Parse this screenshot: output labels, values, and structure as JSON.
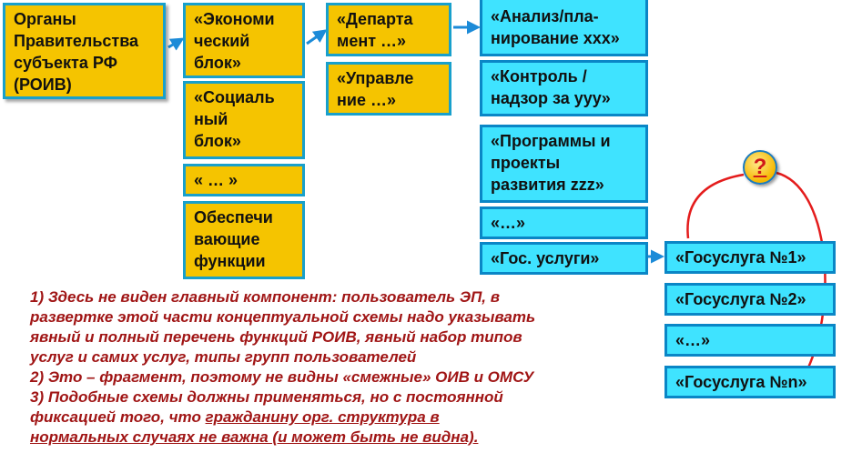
{
  "root": {
    "label": "Органы\nПравительства\nсубъекта РФ\n(РОИВ)"
  },
  "blocks": [
    {
      "label": "«Экономи\nческий\nблок»"
    },
    {
      "label": "«Социаль\nный\nблок»"
    },
    {
      "label": "« … »"
    },
    {
      "label": "Обеспечи\nвающие\nфункции"
    }
  ],
  "units": [
    {
      "label": "«Департа\nмент …»"
    },
    {
      "label": "«Управле\nние …»"
    }
  ],
  "functions": [
    {
      "label": "«Анализ/пла-\nнирование xxx»"
    },
    {
      "label": "«Контроль /\nнадзор за  yyy»"
    },
    {
      "label": "«Программы и\nпроекты\nразвития zzz»"
    },
    {
      "label": "«…»"
    },
    {
      "label": "«Гос. услуги»"
    }
  ],
  "services": [
    {
      "label": "«Госуслуга №1»"
    },
    {
      "label": "«Госуслуга №2»"
    },
    {
      "label": "«…»"
    },
    {
      "label": "«Госуслуга №n»"
    }
  ],
  "question_mark": "?",
  "notes": {
    "line1": "1) Здесь  не виден главный компонент: пользователь ЭП, в",
    "line2": "развертке этой части концептуальной схемы надо указывать",
    "line3": "явный и полный перечень функций РОИВ, явный набор типов",
    "line4": "услуг и самих услуг, типы групп пользователей",
    "line5": "2) Это – фрагмент, поэтому не видны «смежные» ОИВ и ОМСУ",
    "line6": "3) Подобные схемы должны применяться, но с постоянной",
    "line7_plain": "фиксацией того, что ",
    "line7_underlined": "гражданину орг. структура   в",
    "line8_underlined": "нормальных случаях не важна (и может быть не видна)."
  },
  "colors": {
    "box_fill_gold": "#f5c400",
    "box_fill_cyan": "#3fe3ff",
    "box_border_blue": "#18a0cc",
    "arrow_blue": "#1c8bd8",
    "connector_red": "#e41c1c",
    "note_text": "#a01515"
  }
}
